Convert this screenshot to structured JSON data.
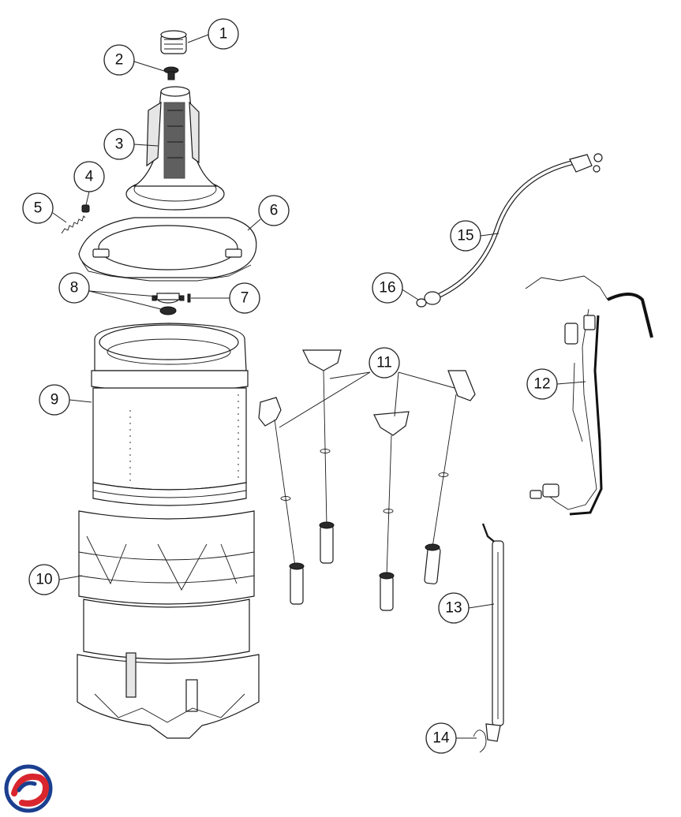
{
  "callouts": [
    {
      "id": "c1",
      "label": "1"
    },
    {
      "id": "c2",
      "label": "2"
    },
    {
      "id": "c3",
      "label": "3"
    },
    {
      "id": "c4",
      "label": "4"
    },
    {
      "id": "c5",
      "label": "5"
    },
    {
      "id": "c6",
      "label": "6"
    },
    {
      "id": "c7",
      "label": "7"
    },
    {
      "id": "c8",
      "label": "8"
    },
    {
      "id": "c9",
      "label": "9"
    },
    {
      "id": "c10",
      "label": "10"
    },
    {
      "id": "c11",
      "label": "11"
    },
    {
      "id": "c12",
      "label": "12"
    },
    {
      "id": "c13",
      "label": "13"
    },
    {
      "id": "c14",
      "label": "14"
    },
    {
      "id": "c15",
      "label": "15"
    },
    {
      "id": "c16",
      "label": "16"
    }
  ],
  "logo": {
    "icon": "brand-swirl-logo",
    "colors": [
      "#1b3f8f",
      "#d9262e"
    ]
  }
}
